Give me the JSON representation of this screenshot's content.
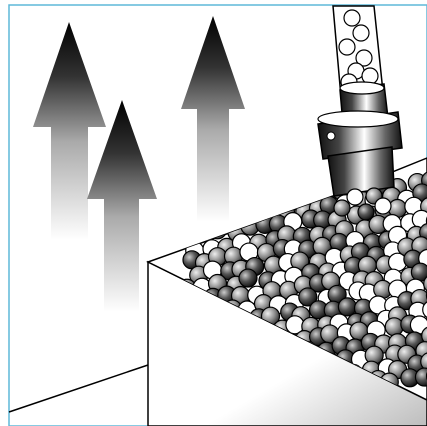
{
  "illustration": {
    "frame_color": "#5fb8d9",
    "arrow_count": 3,
    "arrow_gradient": [
      "#000000",
      "#ffffff"
    ],
    "tube_color": "#ffffff",
    "nozzle_shading": [
      "#111111",
      "#ffffff"
    ],
    "bead_styles": [
      "white-bead",
      "gray-bead",
      "dark-bead"
    ],
    "container_color": "#ffffff",
    "container_shadow": "#bdbdbd"
  }
}
